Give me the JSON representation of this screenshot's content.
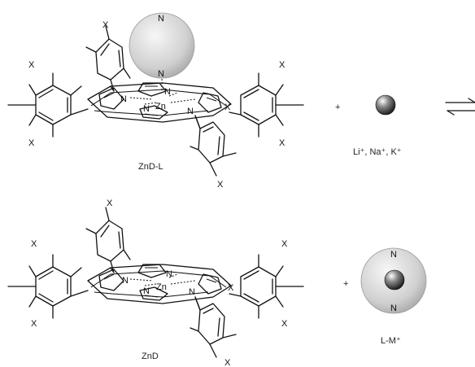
{
  "molecules": {
    "top": {
      "label": "ZnD-L",
      "metal": "Zn",
      "nitrogen": "N",
      "substituent": "X"
    },
    "bottom": {
      "label": "ZnD",
      "metal": "Zn",
      "nitrogen": "N",
      "substituent": "X"
    }
  },
  "ligand": {
    "nitrogen_top": "N",
    "nitrogen_bottom": "N"
  },
  "cations": {
    "label": "Li⁺, Na⁺, K⁺"
  },
  "complex": {
    "label": "L-M⁺",
    "nitrogen_top": "N",
    "nitrogen_bottom": "N"
  },
  "operators": {
    "plus": "+"
  },
  "colors": {
    "sphere_light": "#f2f2f2",
    "sphere_dark": "#b4b4b4",
    "ion_dark": "#1e1e1e",
    "bond": "#111111"
  }
}
